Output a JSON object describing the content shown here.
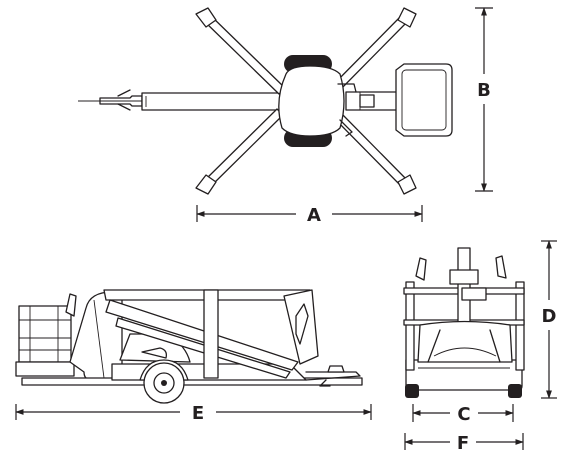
{
  "dimensions": {
    "a": "A",
    "b": "B",
    "c": "C",
    "d": "D",
    "e": "E",
    "f": "F"
  },
  "colors": {
    "line": "#231f20",
    "background": "#ffffff",
    "tire": "#231f20"
  }
}
